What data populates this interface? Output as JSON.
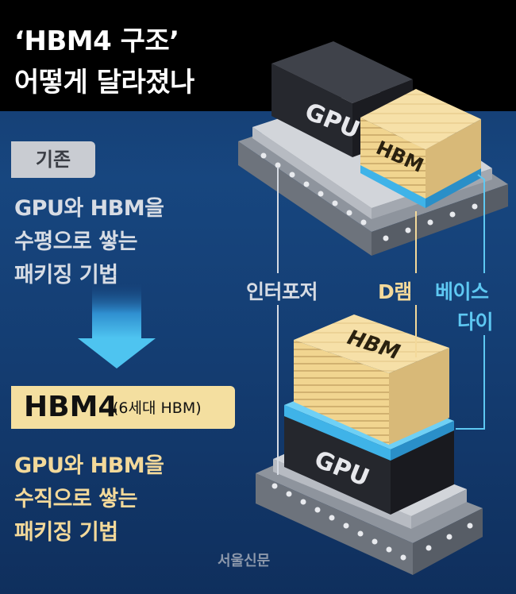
{
  "title": {
    "line1": "‘HBM4 구조’",
    "line2": "어떻게 달라졌나"
  },
  "legacy": {
    "badge": "기존",
    "desc": [
      "GPU와 HBM을",
      "수평으로 쌓는",
      "패키징 기법"
    ]
  },
  "new": {
    "badge_main": "HBM4",
    "badge_sub": "(6세대 HBM)",
    "desc": [
      "GPU와 HBM을",
      "수직으로 쌓는",
      "패키징 기법"
    ]
  },
  "labels": {
    "interposer": "인터포저",
    "dram": "D램",
    "base_die_line1": "베이스",
    "base_die_line2": "다이",
    "gpu": "GPU",
    "hbm": "HBM"
  },
  "credit": "서울신문",
  "colors": {
    "background": "#14386a",
    "title_bar": "#000000",
    "hbm": "#f3d99a",
    "base_die": "#5ec8f2",
    "gpu": "#1e1f24",
    "interposer": "#c9ccd2"
  }
}
